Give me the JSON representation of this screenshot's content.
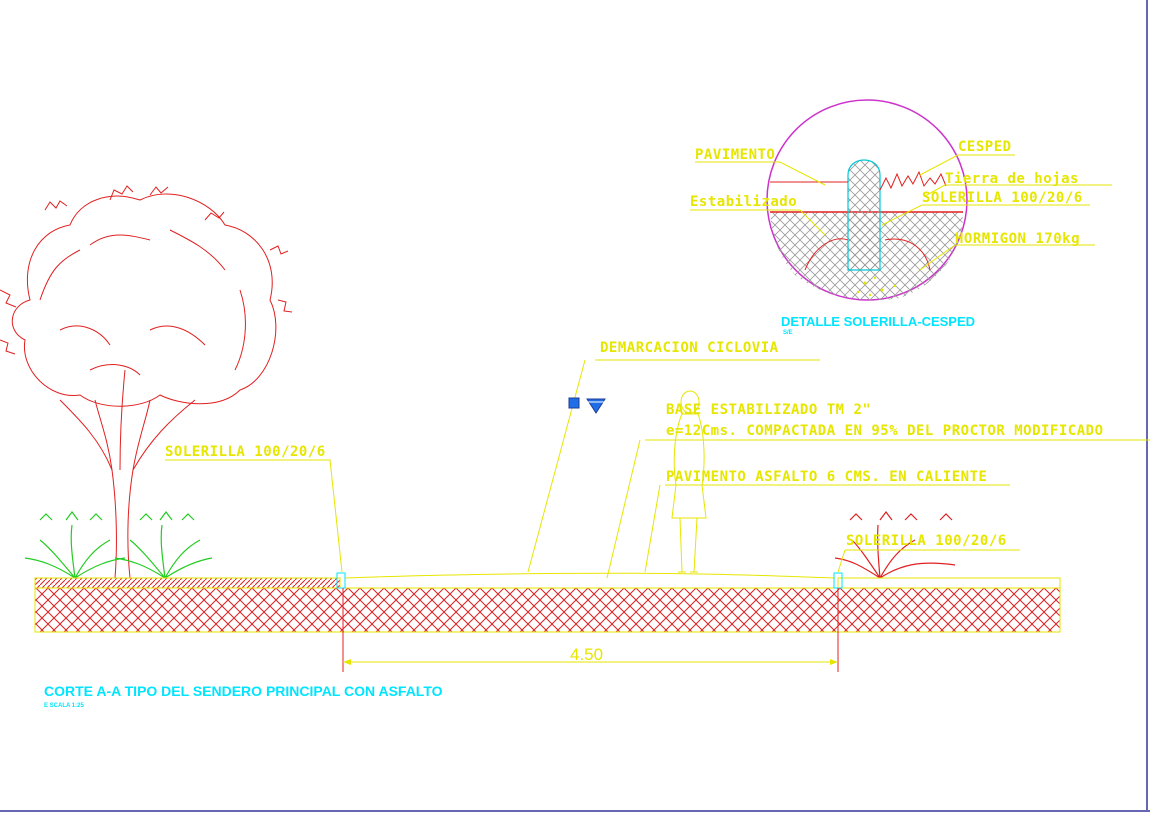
{
  "section": {
    "title": "CORTE A-A TIPO DEL SENDERO PRINCIPAL  CON  ASFALTO",
    "scale": "E SCALA 1:25",
    "dimension": "4.50"
  },
  "labels": {
    "solerilla_left": "SOLERILLA 100/20/6",
    "demarcacion": "DEMARCACION CICLOVIA",
    "base_line1": "BASE ESTABILIZADO TM 2\"",
    "base_line2": "e=12Cms. COMPACTADA EN 95% DEL PROCTOR MODIFICADO",
    "pavimento_asfalto": "PAVIMENTO ASFALTO 6 CMS. EN CALIENTE",
    "solerilla_right": "SOLERILLA 100/20/6"
  },
  "detail": {
    "title": "DETALLE SOLERILLA-CESPED",
    "scale": "S/E",
    "pavimento": "PAVIMENTO",
    "estabilizado": "Estabilizado",
    "cesped": "CESPED",
    "tierra": "Tierra de hojas",
    "solerilla": "SOLERILLA 100/20/6",
    "hormigon": "HORMIGON 170kg"
  },
  "colors": {
    "annotation": "#e6e600",
    "vegetation_red": "#e02020",
    "vegetation_green": "#22cc22",
    "title_cyan": "#00e5ff",
    "detail_circle": "#cc33cc",
    "hatch_red": "#e02020"
  }
}
